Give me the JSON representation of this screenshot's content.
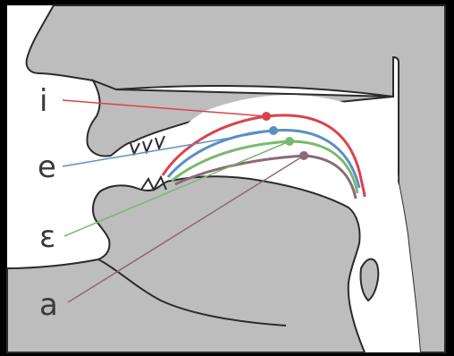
{
  "labels": {
    "i": "i",
    "e": "e",
    "epsilon": "ɛ",
    "a": "a"
  },
  "colors": {
    "background": "#000000",
    "head": "#bdbdbd",
    "outline": "#2b2b2b",
    "mouth_cavity": "#ffffff",
    "vowel_i": "#d9434c",
    "vowel_e": "#5b8fc4",
    "vowel_epsilon": "#79b96f",
    "vowel_a": "#8a6a78"
  }
}
